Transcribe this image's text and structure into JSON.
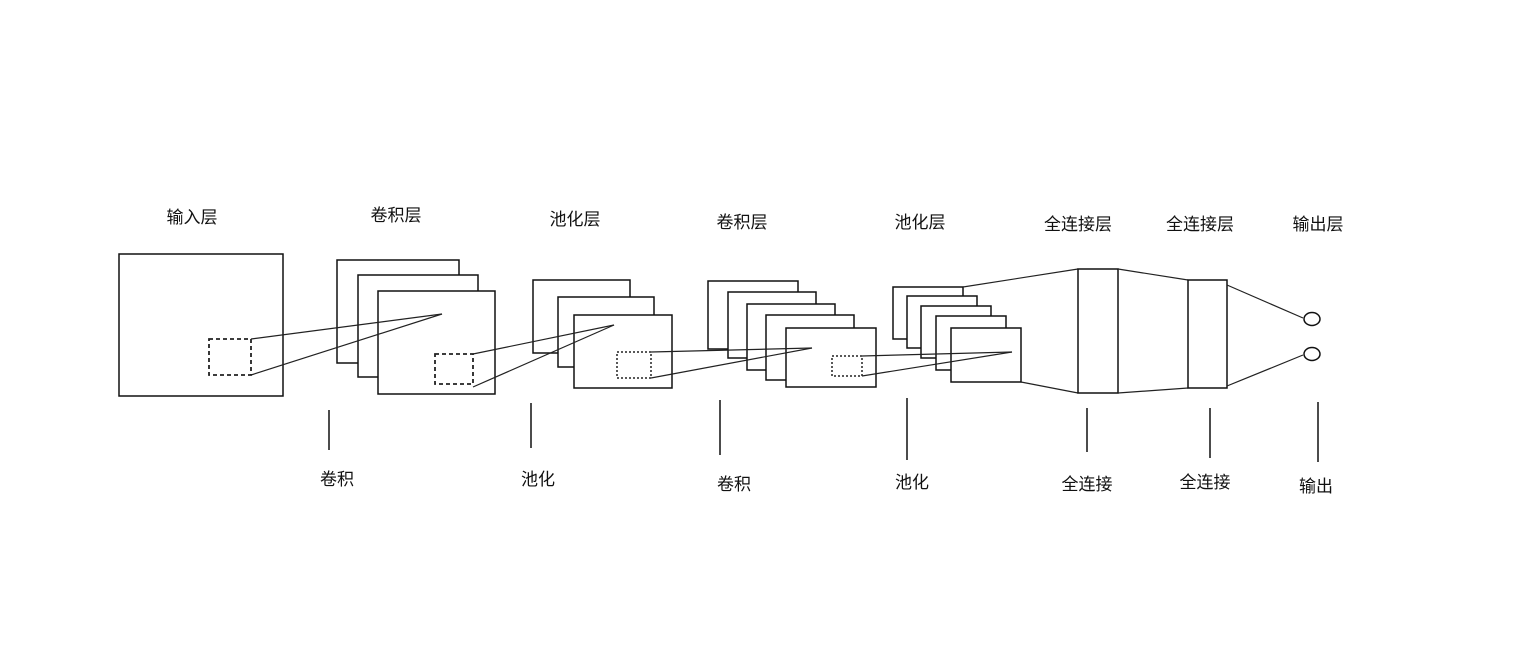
{
  "layers": {
    "input": "输入层",
    "conv1": "卷积层",
    "pool1": "池化层",
    "conv2": "卷积层",
    "pool2": "池化层",
    "fc1": "全连接层",
    "fc2": "全连接层",
    "output": "输出层"
  },
  "operations": {
    "conv1": "卷积",
    "pool1": "池化",
    "conv2": "卷积",
    "pool2": "池化",
    "fc1": "全连接",
    "fc2": "全连接",
    "output": "输出"
  }
}
